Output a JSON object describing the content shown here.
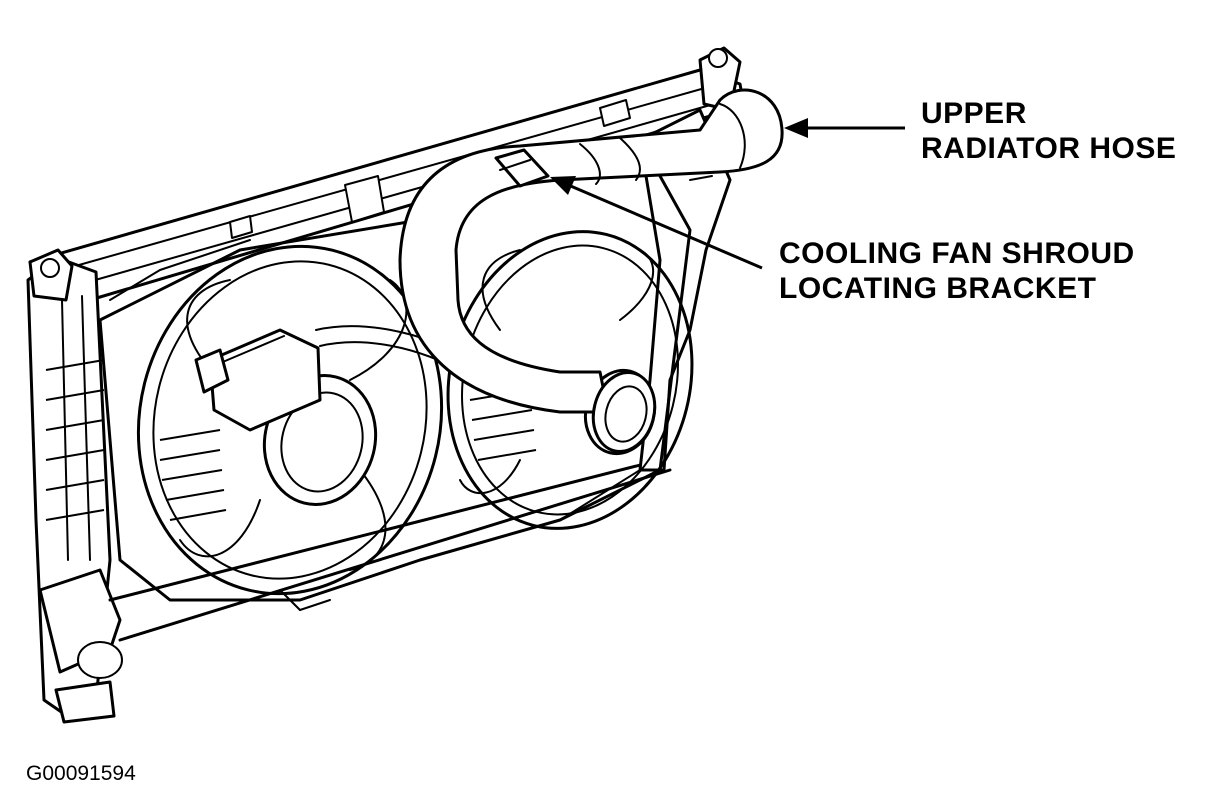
{
  "callouts": {
    "upper_radiator_hose": [
      "UPPER",
      "RADIATOR HOSE"
    ],
    "shroud_bracket": [
      "COOLING FAN SHROUD",
      "LOCATING BRACKET"
    ]
  },
  "figure_id": "G00091594",
  "colors": {
    "ink": "#000000",
    "paper": "#ffffff"
  }
}
